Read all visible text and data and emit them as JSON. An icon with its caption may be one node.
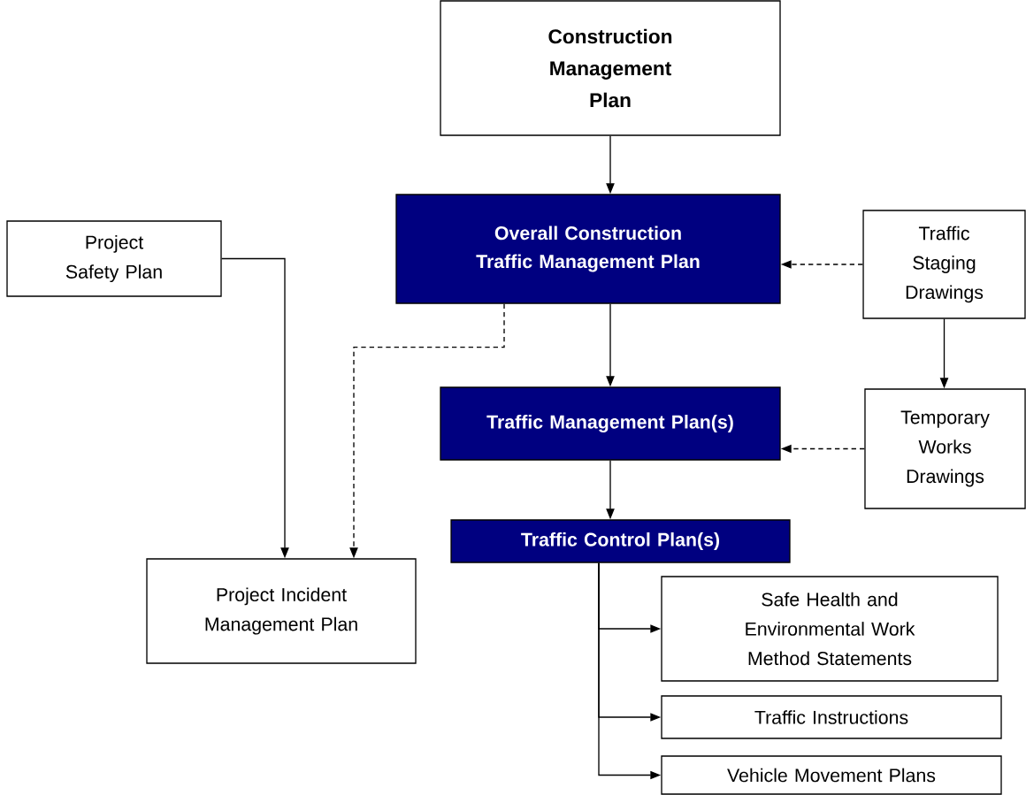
{
  "diagram": {
    "nodes": [
      {
        "text": [
          "Construction Management Plan"
        ]
      },
      {
        "text": [
          "Overall Construction Traffic Management Plan"
        ]
      },
      {
        "text": [
          "Project Safety Plan"
        ]
      },
      {
        "text": [
          "Traffic Staging Drawings"
        ]
      },
      {
        "text": [
          "Traffic Management Plan(s)"
        ]
      },
      {
        "text": [
          "Temporary Works Drawings"
        ]
      },
      {
        "text": [
          "Traffic Control Plan(s)"
        ]
      },
      {
        "text": [
          "Project Incident Management Plan"
        ]
      },
      {
        "text": [
          "Safe Health and Environmental Work Method Statements"
        ]
      },
      {
        "text": [
          "Traffic Instructions"
        ]
      },
      {
        "text": [
          "Vehicle Movement Plans"
        ]
      }
    ],
    "edges": [
      {
        "from": 0,
        "to": 1,
        "arrow": "to"
      },
      {
        "from": 3,
        "to": 1,
        "arrow": "to",
        "style": "dashed"
      },
      {
        "from": 1,
        "to": 4,
        "arrow": "to"
      },
      {
        "from": 3,
        "to": 5,
        "arrow": "to"
      },
      {
        "from": 5,
        "to": 4,
        "arrow": "to",
        "style": "dashed"
      },
      {
        "from": 4,
        "to": 6,
        "arrow": "to"
      },
      {
        "from": 2,
        "to": 7,
        "arrow": "to"
      },
      {
        "from": 1,
        "to": 7,
        "arrow": "to",
        "style": "dashed"
      },
      {
        "from": 6,
        "to": 8,
        "arrow": "to"
      },
      {
        "from": 6,
        "to": 9,
        "arrow": "to"
      },
      {
        "from": 6,
        "to": 10,
        "arrow": "to"
      }
    ]
  }
}
